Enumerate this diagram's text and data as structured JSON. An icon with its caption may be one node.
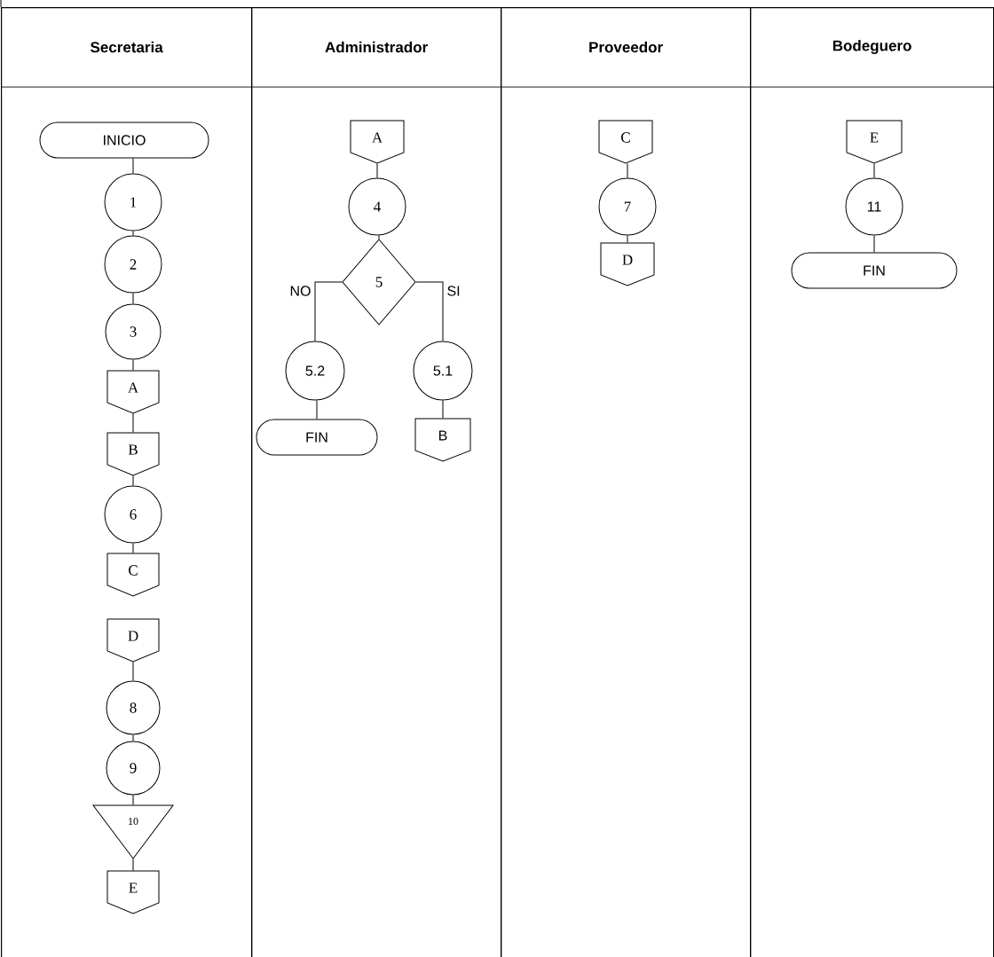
{
  "diagram": {
    "nodes": [
      {
        "text": [
          "Secretaria"
        ]
      },
      {
        "text": [
          "INICIO"
        ],
        "in": 0
      },
      {
        "text": [
          "1"
        ],
        "in": 0
      },
      {
        "text": [
          "2"
        ],
        "in": 0
      },
      {
        "text": [
          "3"
        ],
        "in": 0
      },
      {
        "text": [
          "A"
        ],
        "in": 0
      },
      {
        "text": [
          "B"
        ],
        "in": 0
      },
      {
        "text": [
          "6"
        ],
        "in": 0
      },
      {
        "text": [
          "C"
        ],
        "in": 0
      },
      {
        "text": [
          "D"
        ],
        "in": 0
      },
      {
        "text": [
          "8"
        ],
        "in": 0
      },
      {
        "text": [
          "9"
        ],
        "in": 0
      },
      {
        "text": [
          "10"
        ],
        "in": 0
      },
      {
        "text": [
          "E"
        ],
        "in": 0
      },
      {
        "text": [
          "Administrador"
        ]
      },
      {
        "text": [
          "A"
        ],
        "in": 14
      },
      {
        "text": [
          "4"
        ],
        "in": 14
      },
      {
        "text": [
          "5"
        ],
        "in": 14
      },
      {
        "text": [
          "5.2"
        ],
        "in": 14
      },
      {
        "text": [
          "FIN"
        ],
        "in": 14
      },
      {
        "text": [
          "5.1"
        ],
        "in": 14
      },
      {
        "text": [
          "B"
        ],
        "in": 14
      },
      {
        "text": [
          "Proveedor"
        ]
      },
      {
        "text": [
          "C"
        ],
        "in": 22
      },
      {
        "text": [
          "7"
        ],
        "in": 22
      },
      {
        "text": [
          "D"
        ],
        "in": 22
      },
      {
        "text": [
          "Bodeguero"
        ]
      },
      {
        "text": [
          "E"
        ],
        "in": 26
      },
      {
        "text": [
          "11"
        ],
        "in": 26
      },
      {
        "text": [
          "FIN"
        ],
        "in": 26
      }
    ],
    "edges": [
      {
        "from": 1,
        "to": 2,
        "arrow": "none"
      },
      {
        "from": 2,
        "to": 3,
        "arrow": "none"
      },
      {
        "from": 3,
        "to": 4,
        "arrow": "none"
      },
      {
        "from": 4,
        "to": 5,
        "arrow": "none"
      },
      {
        "from": 5,
        "to": 6,
        "arrow": "none"
      },
      {
        "from": 6,
        "to": 7,
        "arrow": "none"
      },
      {
        "from": 7,
        "to": 8,
        "arrow": "none"
      },
      {
        "from": 9,
        "to": 10,
        "arrow": "none"
      },
      {
        "from": 10,
        "to": 11,
        "arrow": "none"
      },
      {
        "from": 11,
        "to": 12,
        "arrow": "none"
      },
      {
        "from": 12,
        "to": 13,
        "arrow": "none"
      },
      {
        "from": 15,
        "to": 16,
        "arrow": "none"
      },
      {
        "from": 16,
        "to": 17,
        "arrow": "none"
      },
      {
        "from": 17,
        "to": 18,
        "arrow": "none",
        "label": "NO"
      },
      {
        "from": 17,
        "to": 20,
        "arrow": "none",
        "label": "SI"
      },
      {
        "from": 18,
        "to": 19,
        "arrow": "none"
      },
      {
        "from": 20,
        "to": 21,
        "arrow": "none"
      },
      {
        "from": 23,
        "to": 24,
        "arrow": "none"
      },
      {
        "from": 24,
        "to": 25,
        "arrow": "none"
      },
      {
        "from": 27,
        "to": 28,
        "arrow": "none"
      },
      {
        "from": 28,
        "to": 29,
        "arrow": "none"
      }
    ]
  }
}
